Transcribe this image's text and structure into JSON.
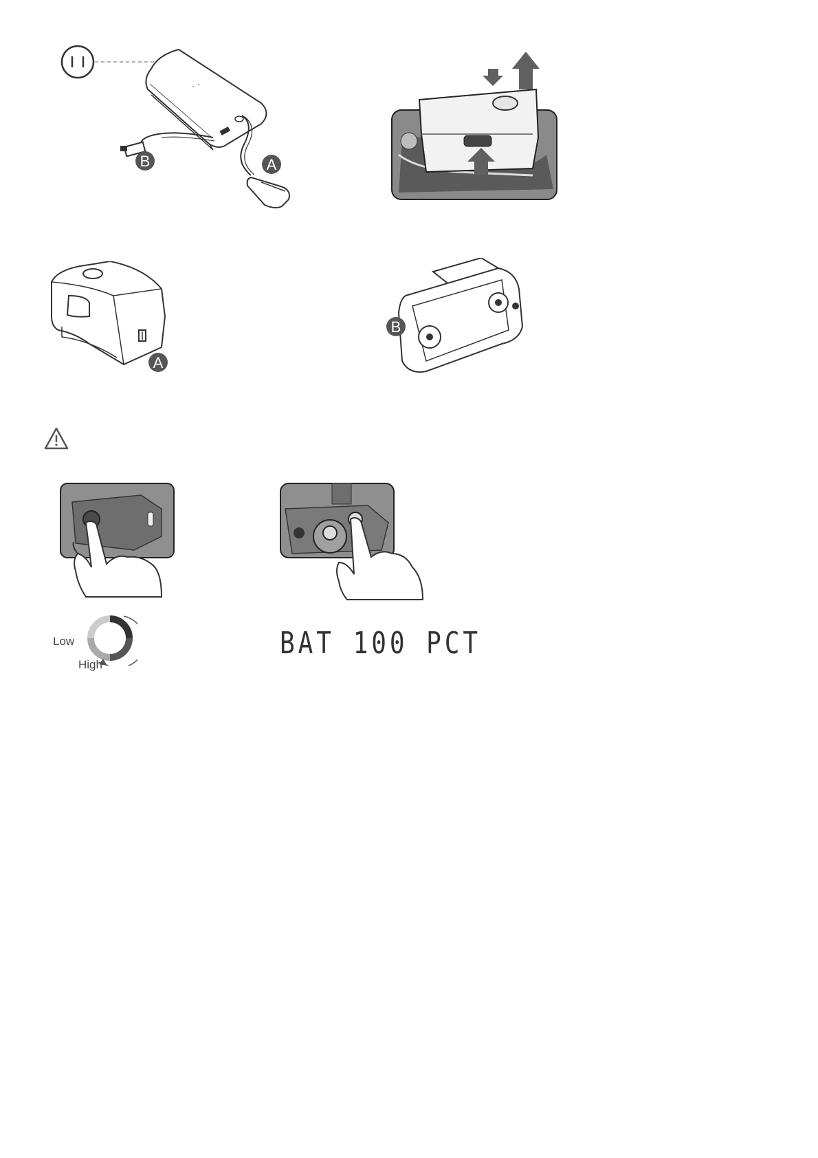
{
  "figures": {
    "charger": {
      "badge_a": "A",
      "badge_b": "B"
    },
    "battery": {
      "badge_a": "A"
    },
    "remote": {
      "badge_b": "B"
    }
  },
  "level_indicator": {
    "low_label": "Low",
    "high_label": "High"
  },
  "display_readout": "BAT 100 PCT",
  "icons": {
    "plug": "power-plug-icon",
    "warning": "warning-triangle-icon"
  },
  "colors": {
    "badge_fill": "#555555",
    "line": "#333333",
    "arrow_fill": "#606060"
  }
}
